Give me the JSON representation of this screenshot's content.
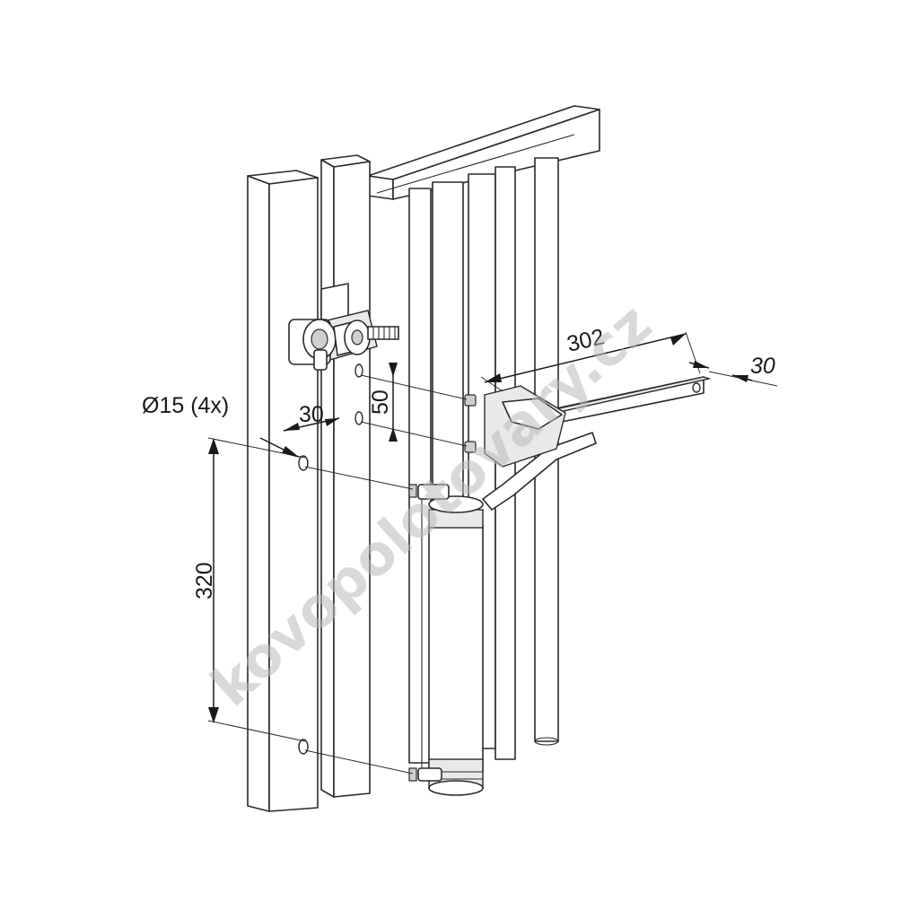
{
  "dimensions": {
    "hole_diameter": "Ø15 (4x)",
    "post_offset": "30",
    "bracket_spacing": "50",
    "hole_spacing": "320",
    "arm_length": "302",
    "arm_width": "30"
  },
  "watermark": "kovopolotovary.cz"
}
